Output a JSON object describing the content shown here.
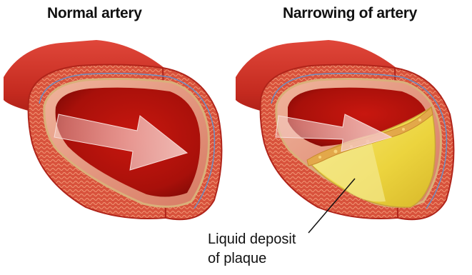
{
  "headings": {
    "normal": "Normal artery",
    "narrowing": "Narrowing of artery"
  },
  "callout": {
    "line1": "Liquid deposit",
    "line2": "of plaque"
  },
  "colors": {
    "vessel_outer": "#c8281e",
    "vessel_dark": "#8e120c",
    "lumen": "#b8140f",
    "wall_pink": "#e8a08c",
    "wall_tan": "#d9b07a",
    "vein_blue": "#6a8fc4",
    "plaque_yellow": "#f0dc4a",
    "plaque_crust": "#e2b04a",
    "flow_arrow": "#f4c8c4"
  },
  "icons": {
    "normal_flow": "flow-arrow-icon",
    "narrow_flow": "flow-arrow-icon"
  }
}
